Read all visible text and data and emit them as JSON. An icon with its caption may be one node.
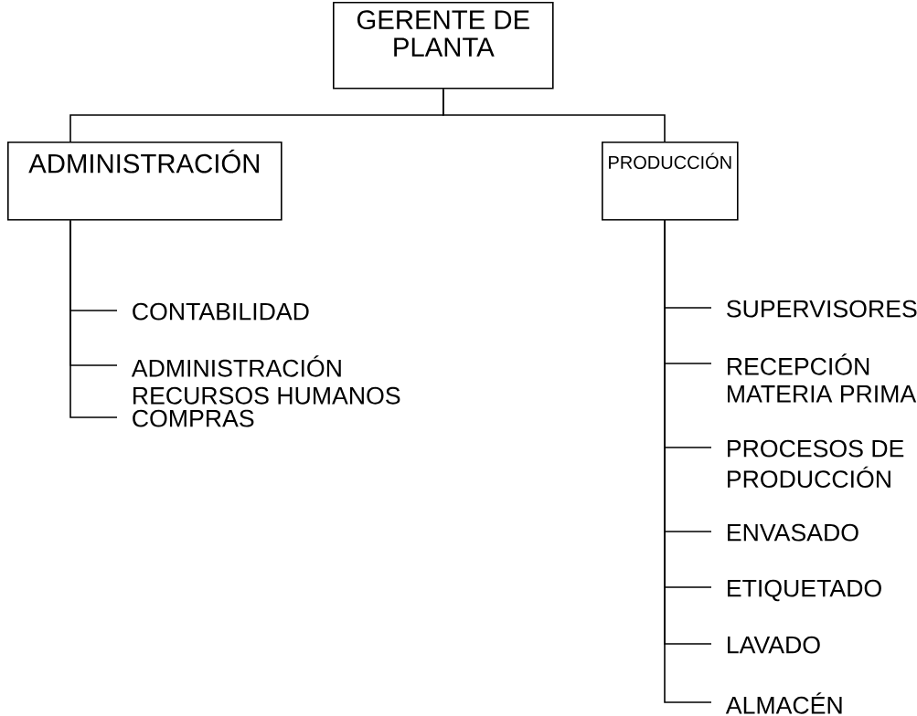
{
  "diagram": {
    "nodes": [
      {
        "text": [
          "GERENTE DE PLANTA"
        ]
      },
      {
        "text": [
          "ADMINISTRACIÓN"
        ]
      },
      {
        "text": [
          "PRODUCCIÓN"
        ]
      },
      {
        "text": [
          "CONTABILIDAD"
        ]
      },
      {
        "text": [
          "ADMINISTRACIÓN RECURSOS HUMANOS"
        ]
      },
      {
        "text": [
          "COMPRAS"
        ]
      },
      {
        "text": [
          "SUPERVISORES"
        ]
      },
      {
        "text": [
          "RECEPCIÓN MATERIA PRIMA"
        ]
      },
      {
        "text": [
          "PROCESOS DE PRODUCCIÓN"
        ]
      },
      {
        "text": [
          "ENVASADO"
        ]
      },
      {
        "text": [
          "ETIQUETADO"
        ]
      },
      {
        "text": [
          "LAVADO"
        ]
      },
      {
        "text": [
          "ALMACÉN"
        ]
      }
    ],
    "edges": [
      {
        "from": 0,
        "to": 1,
        "arrow": "none"
      },
      {
        "from": 0,
        "to": 2,
        "arrow": "none"
      },
      {
        "from": 1,
        "to": 3,
        "arrow": "none"
      },
      {
        "from": 1,
        "to": 4,
        "arrow": "none"
      },
      {
        "from": 1,
        "to": 5,
        "arrow": "none"
      },
      {
        "from": 2,
        "to": 6,
        "arrow": "none"
      },
      {
        "from": 2,
        "to": 7,
        "arrow": "none"
      },
      {
        "from": 2,
        "to": 8,
        "arrow": "none"
      },
      {
        "from": 2,
        "to": 9,
        "arrow": "none"
      },
      {
        "from": 2,
        "to": 10,
        "arrow": "none"
      },
      {
        "from": 2,
        "to": 11,
        "arrow": "none"
      },
      {
        "from": 2,
        "to": 12,
        "arrow": "none"
      }
    ]
  }
}
